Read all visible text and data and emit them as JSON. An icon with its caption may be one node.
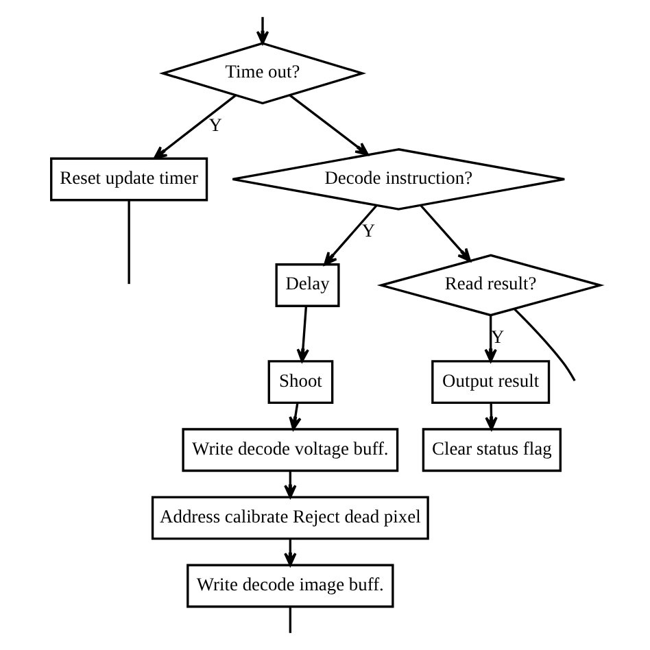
{
  "diagram": {
    "nodes": [
      {
        "text": [
          "Time out?"
        ]
      },
      {
        "text": [
          "Reset update timer"
        ]
      },
      {
        "text": [
          "Decode instruction?"
        ]
      },
      {
        "text": [
          "Delay"
        ]
      },
      {
        "text": [
          "Shoot"
        ]
      },
      {
        "text": [
          "Read result?"
        ]
      },
      {
        "text": [
          "Write decode voltage buff."
        ]
      },
      {
        "text": [
          "Output result"
        ]
      },
      {
        "text": [
          "Address calibrate Reject dead pixel"
        ]
      },
      {
        "text": [
          "Clear status flag"
        ]
      },
      {
        "text": [
          "Write decode image buff."
        ]
      }
    ],
    "edges": [
      {
        "from": null,
        "to": 0,
        "arrow": "to"
      },
      {
        "from": 0,
        "to": 1,
        "arrow": "to",
        "label": "Y"
      },
      {
        "from": 0,
        "to": 2,
        "arrow": "to"
      },
      {
        "from": 2,
        "to": 3,
        "arrow": "to",
        "label": "Y"
      },
      {
        "from": 2,
        "to": 5,
        "arrow": "to"
      },
      {
        "from": 3,
        "to": 4,
        "arrow": "to"
      },
      {
        "from": 4,
        "to": 6,
        "arrow": "to"
      },
      {
        "from": 6,
        "to": 8,
        "arrow": "to"
      },
      {
        "from": 8,
        "to": 10,
        "arrow": "to"
      },
      {
        "from": 5,
        "to": 7,
        "arrow": "to",
        "label": "Y"
      },
      {
        "from": 7,
        "to": 9,
        "arrow": "to"
      },
      {
        "from": 1,
        "to": null,
        "arrow": "none"
      },
      {
        "from": 5,
        "to": null,
        "arrow": "none"
      },
      {
        "from": 10,
        "to": null,
        "arrow": "none"
      }
    ]
  }
}
